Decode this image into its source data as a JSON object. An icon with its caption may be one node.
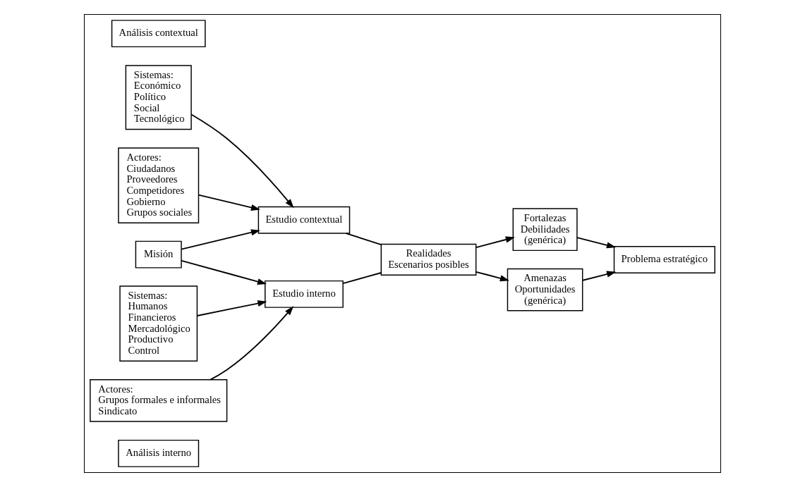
{
  "diagram": {
    "nodes": [
      {
        "text": [],
        "shape": "box"
      },
      {
        "text": [
          "Análisis contextual"
        ],
        "in": 0
      },
      {
        "text": [
          "Sistemas:",
          "Económico",
          "Político",
          "Social",
          "Tecnológico"
        ],
        "in": 0
      },
      {
        "text": [
          "Actores:",
          "Ciudadanos",
          "Proveedores",
          "Competidores",
          "Gobierno",
          "Grupos sociales"
        ],
        "in": 0
      },
      {
        "text": [
          "Estudio contextual"
        ],
        "in": 0
      },
      {
        "text": [
          "Misión"
        ],
        "in": 0
      },
      {
        "text": [
          "Realidades",
          "Escenarios posibles"
        ],
        "in": 0
      },
      {
        "text": [
          "Amenazas",
          "Oportunidades",
          "(genérica)"
        ],
        "in": 0
      },
      {
        "text": [
          "Problema estratégico"
        ],
        "in": 0
      },
      {
        "text": [
          "Estudio interno"
        ],
        "in": 0
      },
      {
        "text": [
          "Fortalezas",
          "Debilidades",
          "(genérica)"
        ],
        "in": 0
      },
      {
        "text": [
          "Sistemas:",
          "Humanos",
          "Financieros",
          "Mercadológico",
          "Productivo",
          "Control"
        ],
        "in": 0
      },
      {
        "text": [
          "Actores:",
          "Grupos formales e informales",
          "Sindicato"
        ],
        "in": 0
      },
      {
        "text": [
          "Análisis interno"
        ],
        "in": 0
      }
    ],
    "edges": [
      {
        "from": 2,
        "to": 4,
        "arrow": "to"
      },
      {
        "from": 3,
        "to": 4,
        "arrow": "to"
      },
      {
        "from": 5,
        "to": 4,
        "arrow": "to"
      },
      {
        "from": 5,
        "to": 9,
        "arrow": "to"
      },
      {
        "from": 4,
        "to": 6,
        "arrow": "none"
      },
      {
        "from": 9,
        "to": 6,
        "arrow": "none"
      },
      {
        "from": 6,
        "to": 7,
        "arrow": "to"
      },
      {
        "from": 6,
        "to": 10,
        "arrow": "to"
      },
      {
        "from": 7,
        "to": 8,
        "arrow": "to"
      },
      {
        "from": 10,
        "to": 8,
        "arrow": "to"
      },
      {
        "from": 11,
        "to": 9,
        "arrow": "to"
      },
      {
        "from": 12,
        "to": 9,
        "arrow": "to"
      }
    ]
  }
}
